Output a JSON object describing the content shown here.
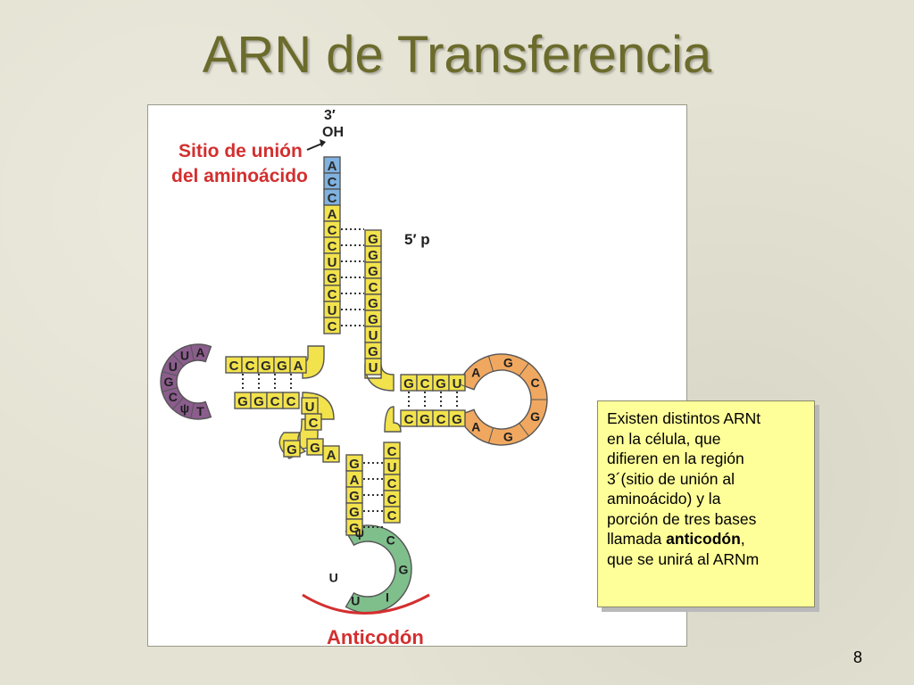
{
  "slide": {
    "title": "ARN de Transferencia",
    "page_number": "8"
  },
  "diagram": {
    "label_3prime": "3′",
    "label_oh": "OH",
    "label_5prime": "5′ p",
    "label_site_line1": "Sitio de unión",
    "label_site_line2": "del aminoácido",
    "label_anticodon": "Anticodón",
    "colors": {
      "acceptor": "#7fb2e0",
      "stem": "#f2e24c",
      "d_loop": "#8a5d8c",
      "t_loop": "#f0a860",
      "anticodon_loop": "#7fbf8c",
      "red_label": "#d32f2f",
      "outline": "#555555"
    },
    "acceptor_end": [
      "A",
      "C",
      "C"
    ],
    "acceptor_left_strand": [
      "A",
      "C",
      "C",
      "U",
      "G",
      "C",
      "U",
      "C"
    ],
    "acceptor_right_strand": [
      "G",
      "G",
      "G",
      "C",
      "G",
      "G",
      "U",
      "G",
      "U"
    ],
    "d_arm_top": [
      "C",
      "C",
      "G",
      "G",
      "A"
    ],
    "d_arm_bottom": [
      "G",
      "G",
      "C",
      "C"
    ],
    "d_loop": [
      "A",
      "U",
      "U",
      "G",
      "C",
      "ψ",
      "T"
    ],
    "t_arm_top": [
      "G",
      "C",
      "G",
      "U"
    ],
    "t_arm_bottom": [
      "C",
      "G",
      "C",
      "G"
    ],
    "t_loop": [
      "A",
      "G",
      "C",
      "G",
      "G",
      "A"
    ],
    "variable_region": [
      "U",
      "C",
      "G",
      "G",
      "A"
    ],
    "anticodon_left_strand": [
      "G",
      "A",
      "G",
      "G",
      "G"
    ],
    "anticodon_right_strand": [
      "C",
      "U",
      "C",
      "C",
      "C"
    ],
    "anticodon_loop": [
      "ψ",
      "C",
      "G",
      "I",
      "U",
      "U"
    ]
  },
  "note": {
    "line1": "Existen distintos ARNt",
    "line2": "en la célula, que",
    "line3": "difieren en la región",
    "line4": "3´(sitio de unión al",
    "line5": "aminoácido) y la",
    "line6": "porción de tres bases",
    "line7_pre": "llamada ",
    "line7_bold": "anticodón",
    "line7_post": ",",
    "line8": "que se unirá al ARNm"
  }
}
